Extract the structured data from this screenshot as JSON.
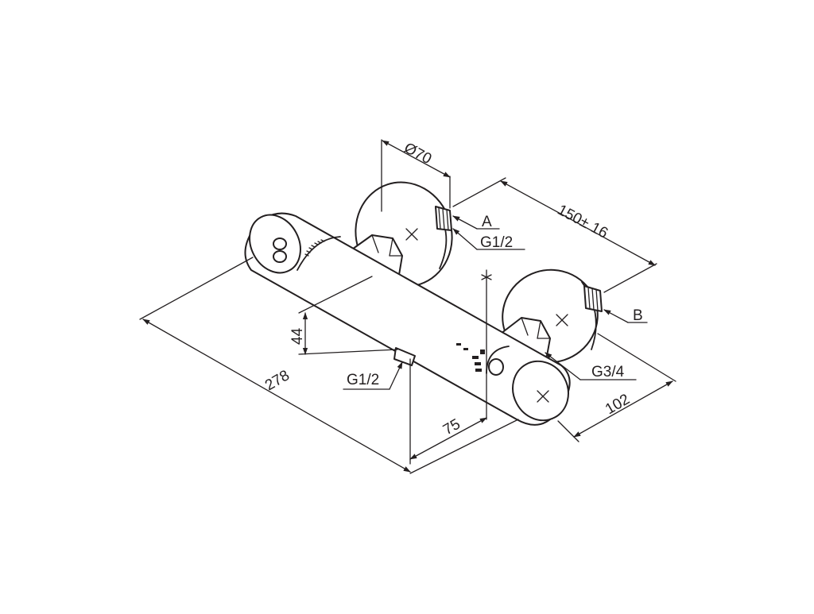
{
  "dimensions": {
    "diameter": "Ø70",
    "center_distance": "150± 16",
    "height": "44",
    "length": "278",
    "outlet_offset": "75",
    "depth": "102"
  },
  "connections": {
    "inlet_a_label": "A",
    "inlet_a_thread": "G1/2",
    "inlet_b_label": "B",
    "outlet_thread": "G3/4",
    "bottom_outlet_thread": "G1/2"
  },
  "colors": {
    "ink": "#231f20",
    "background": "#ffffff"
  }
}
